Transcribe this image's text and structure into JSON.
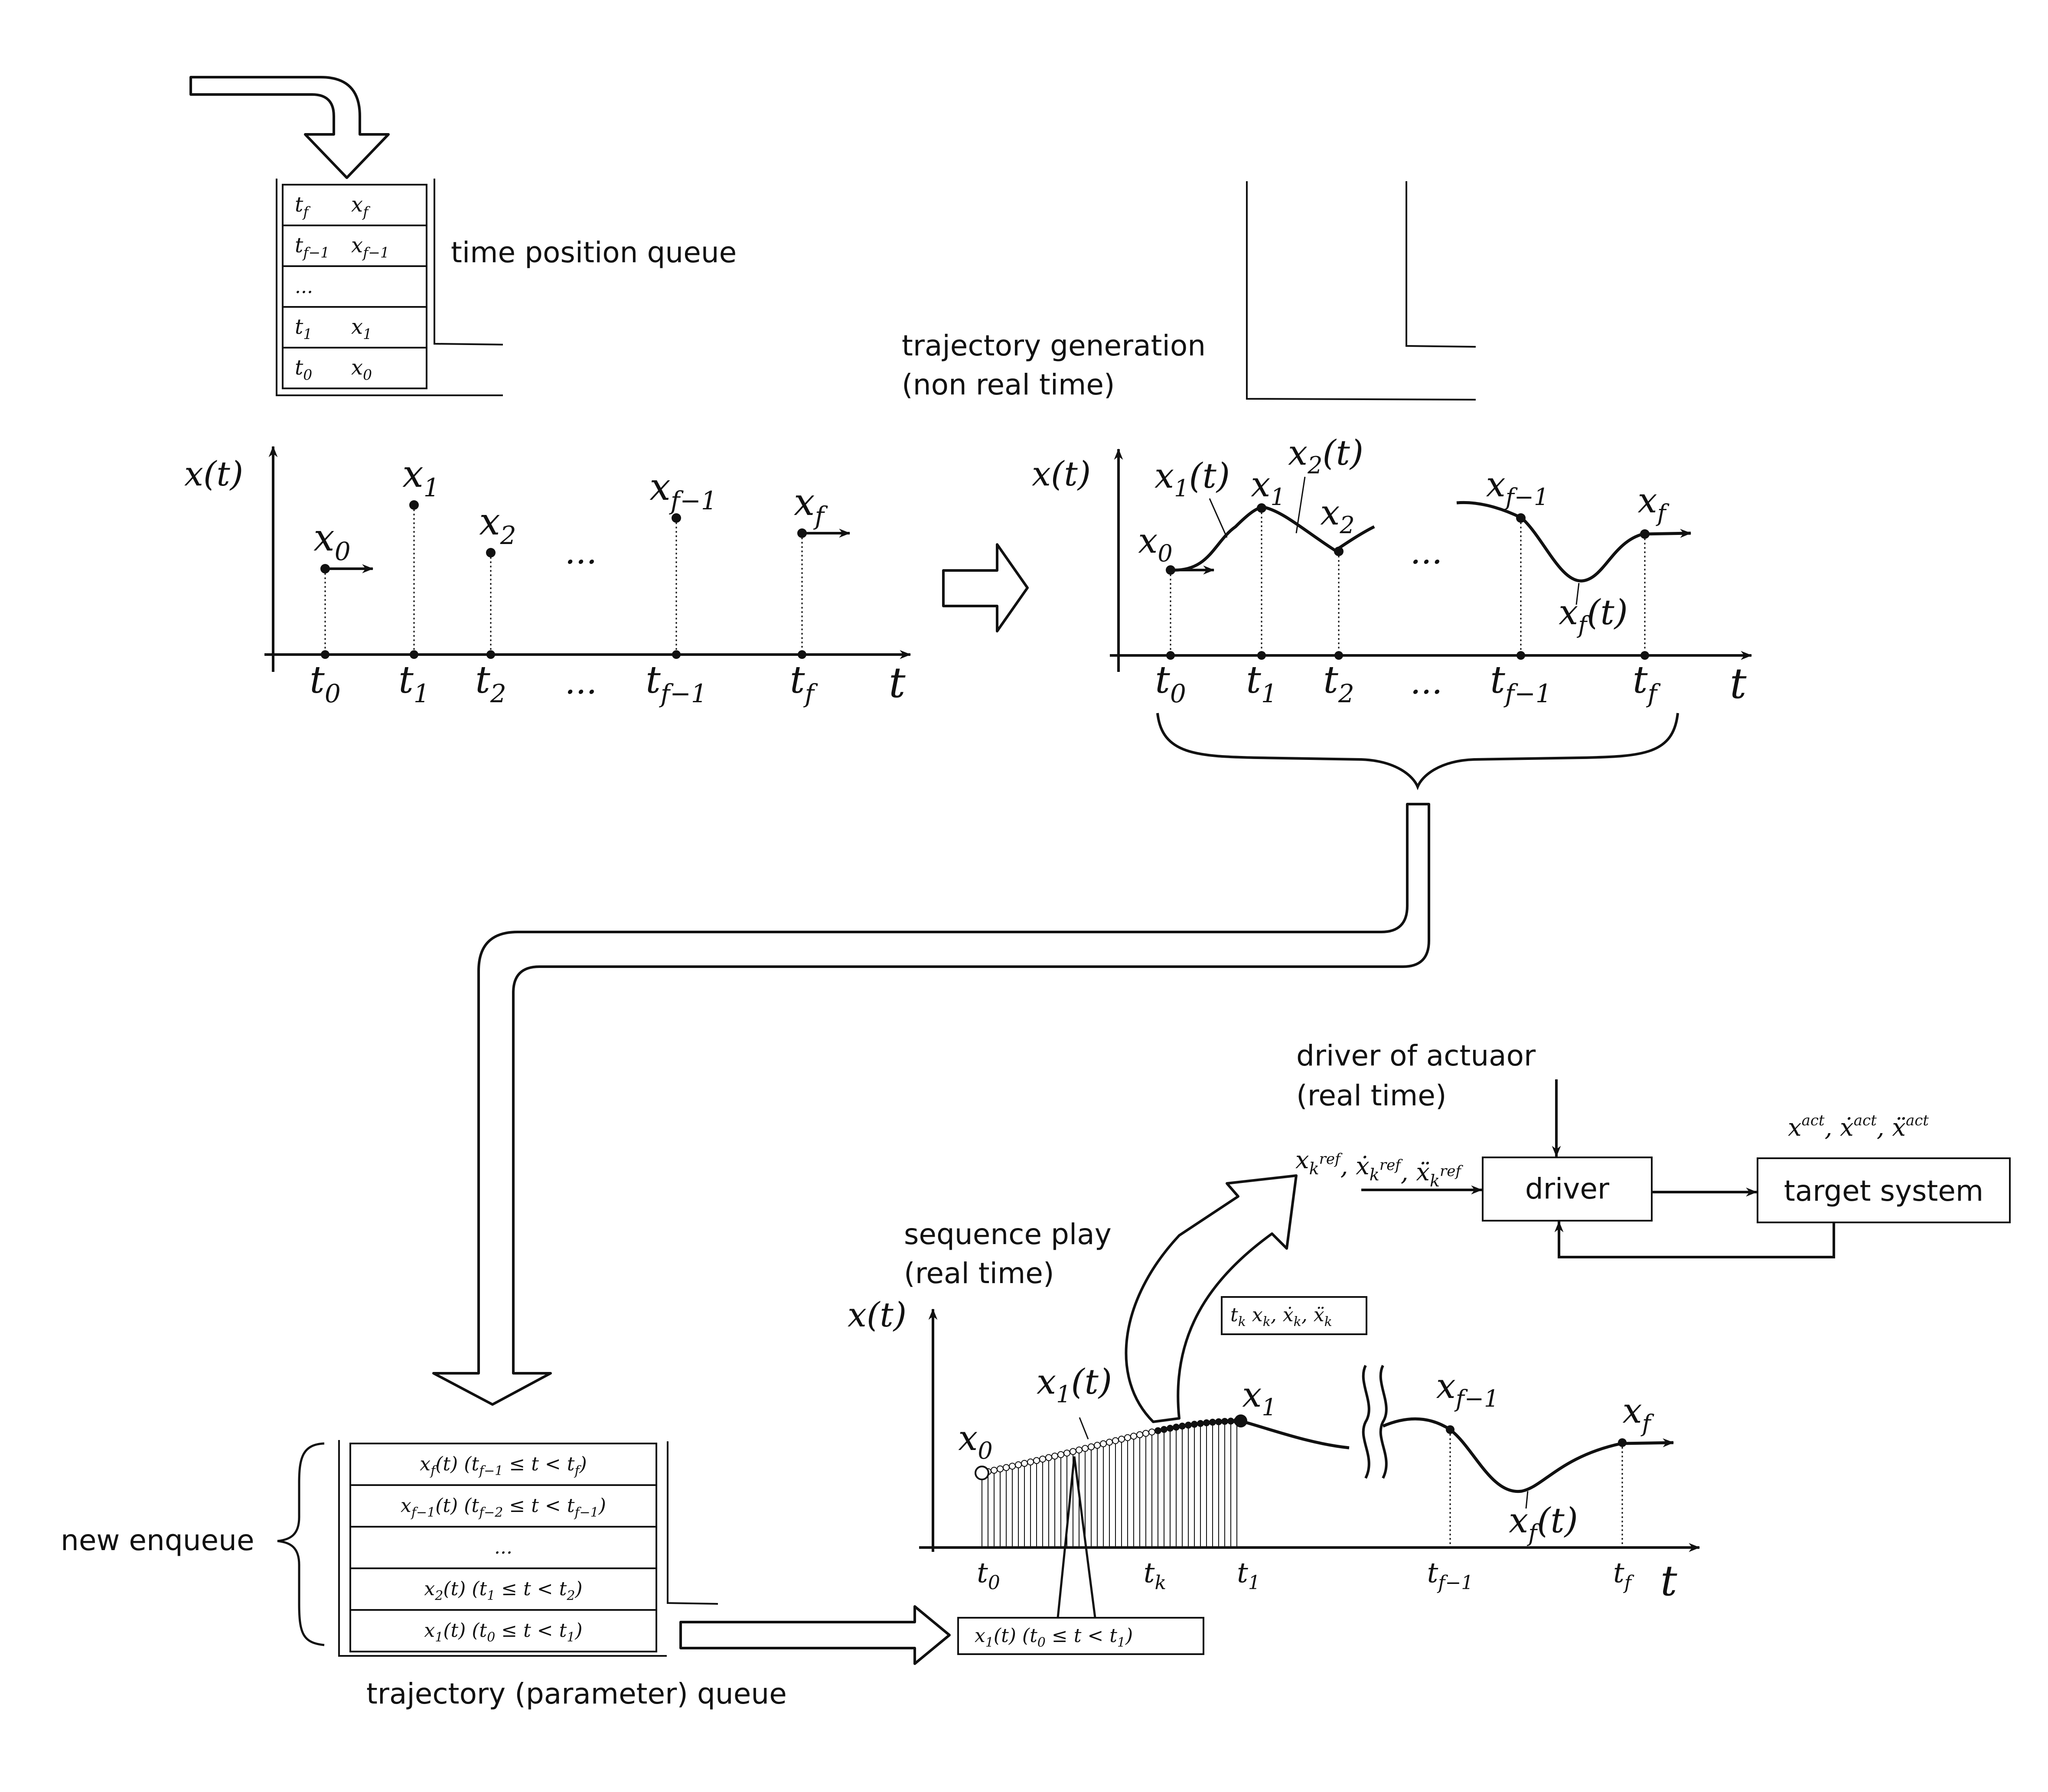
{
  "labels": {
    "time_position_queue": "time position queue",
    "trajectory_generation_line1": "trajectory generation",
    "trajectory_generation_line2": "(non real time)",
    "driver_title_line1": "driver of actuaor",
    "driver_title_line2": "(real time)",
    "sequence_play_line1": "sequence play",
    "sequence_play_line2": "(real time)",
    "new_enqueue": "new enqueue",
    "trajectory_queue": "trajectory (parameter) queue",
    "driver_box": "driver",
    "target_box": "target system"
  },
  "time_queue": {
    "rows": [
      {
        "t": "t_f",
        "x": "x_f"
      },
      {
        "t": "t_{f−1}",
        "x": "x_{f−1}"
      },
      {
        "t": "...",
        "x": ""
      },
      {
        "t": "t_1",
        "x": "x_1"
      },
      {
        "t": "t_0",
        "x": "x_0"
      }
    ]
  },
  "traj_queue": {
    "rows": [
      "x_f(t) (t_{f−1} ≤ t < t_f)",
      "x_{f−1}(t) (t_{f−2} ≤ t < t_{f−1})",
      "...",
      "x_2(t) (t_1 ≤ t < t_2)",
      "x_1(t) (t_0 ≤ t < t_1)"
    ]
  },
  "playing_segment": "x_1(t) (t_0 ≤ t < t_1)",
  "sample_box": "t_k x_k, ẋ_k, ẍ_k",
  "ref_signals": "x_k^ref, ẋ_k^ref, ẍ_k^ref",
  "act_signals": "x^act, ẋ^act, ẍ^act",
  "graph1": {
    "ylabel": "x(t)",
    "xlabel": "t",
    "ticks": [
      "t_0",
      "t_1",
      "t_2",
      "...",
      "t_{f−1}",
      "t_f"
    ],
    "points": [
      "x_0",
      "x_1",
      "x_2",
      "...",
      "x_{f−1}",
      "x_f"
    ]
  },
  "graph2": {
    "ylabel": "x(t)",
    "xlabel": "t",
    "ticks": [
      "t_0",
      "t_1",
      "t_2",
      "...",
      "t_{f−1}",
      "t_f"
    ],
    "points": [
      "x_0",
      "x_1",
      "x_2",
      "...",
      "x_{f−1}",
      "x_f"
    ],
    "curves": [
      "x_1(t)",
      "x_2(t)",
      "x_f(t)"
    ]
  },
  "graph3": {
    "ylabel": "x(t)",
    "xlabel": "t",
    "ticks": [
      "t_0",
      "t_k",
      "t_1",
      "t_{f−1}",
      "t_f"
    ],
    "points": [
      "x_0",
      "x_1",
      "x_{f−1}",
      "x_f"
    ],
    "curves": [
      "x_1(t)",
      "x_f(t)"
    ]
  }
}
